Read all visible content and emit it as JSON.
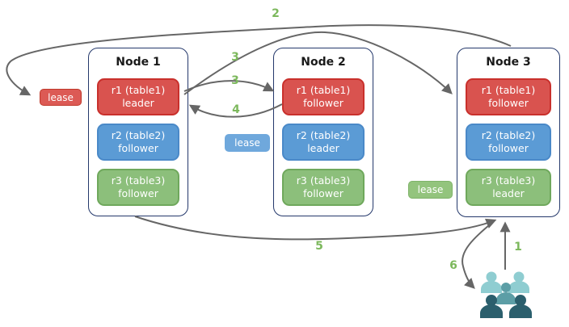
{
  "diagram": {
    "nodes": [
      {
        "title": "Node 1",
        "replicas": [
          {
            "line1": "r1 (table1)",
            "line2": "leader",
            "color": "#D9534F"
          },
          {
            "line1": "r2 (table2)",
            "line2": "follower",
            "color": "#5B9BD5"
          },
          {
            "line1": "r3 (table3)",
            "line2": "follower",
            "color": "#8CBF7B"
          }
        ]
      },
      {
        "title": "Node 2",
        "replicas": [
          {
            "line1": "r1 (table1)",
            "line2": "follower",
            "color": "#D9534F"
          },
          {
            "line1": "r2 (table2)",
            "line2": "leader",
            "color": "#5B9BD5"
          },
          {
            "line1": "r3 (table3)",
            "line2": "follower",
            "color": "#8CBF7B"
          }
        ]
      },
      {
        "title": "Node 3",
        "replicas": [
          {
            "line1": "r1 (table1)",
            "line2": "follower",
            "color": "#D9534F"
          },
          {
            "line1": "r2 (table2)",
            "line2": "follower",
            "color": "#5B9BD5"
          },
          {
            "line1": "r3 (table3)",
            "line2": "leader",
            "color": "#8CBF7B"
          }
        ]
      }
    ],
    "leases": [
      {
        "label": "lease",
        "color": "#DC5A55"
      },
      {
        "label": "lease",
        "color": "#6FA8DC"
      },
      {
        "label": "lease",
        "color": "#93C47D"
      }
    ],
    "steps": {
      "s1": "1",
      "s2": "2",
      "s3a": "3",
      "s3b": "3",
      "s4": "4",
      "s5": "5",
      "s6": "6"
    },
    "icons": {
      "clients": "users-group-icon"
    },
    "colors": {
      "node_border": "#24386B",
      "arrow": "#666666",
      "step_label": "#7CB85C",
      "people_light": "#8FCDD1",
      "people_mid": "#5C9EA6",
      "people_dark": "#2B5F6D"
    }
  }
}
